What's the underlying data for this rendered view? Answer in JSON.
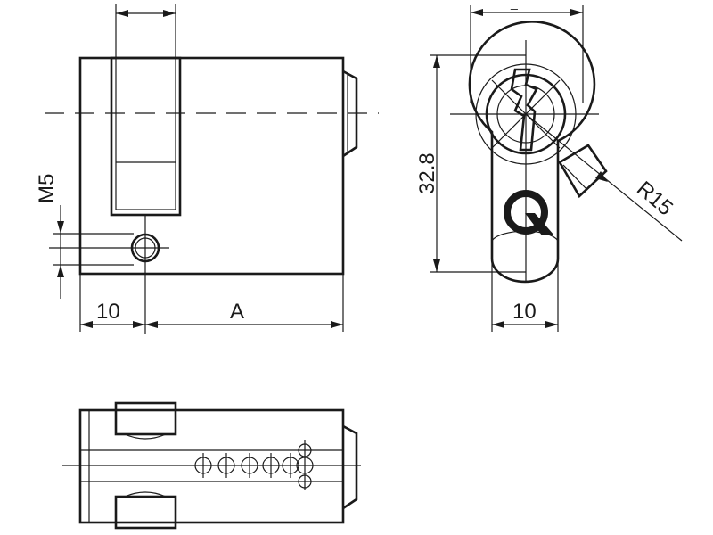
{
  "dimensions": {
    "thread": "M5",
    "offset": "10",
    "body_length": "A",
    "height": "32.8",
    "radius": "R15",
    "cam_width": "10",
    "top_width": "_"
  },
  "logo": "Q"
}
